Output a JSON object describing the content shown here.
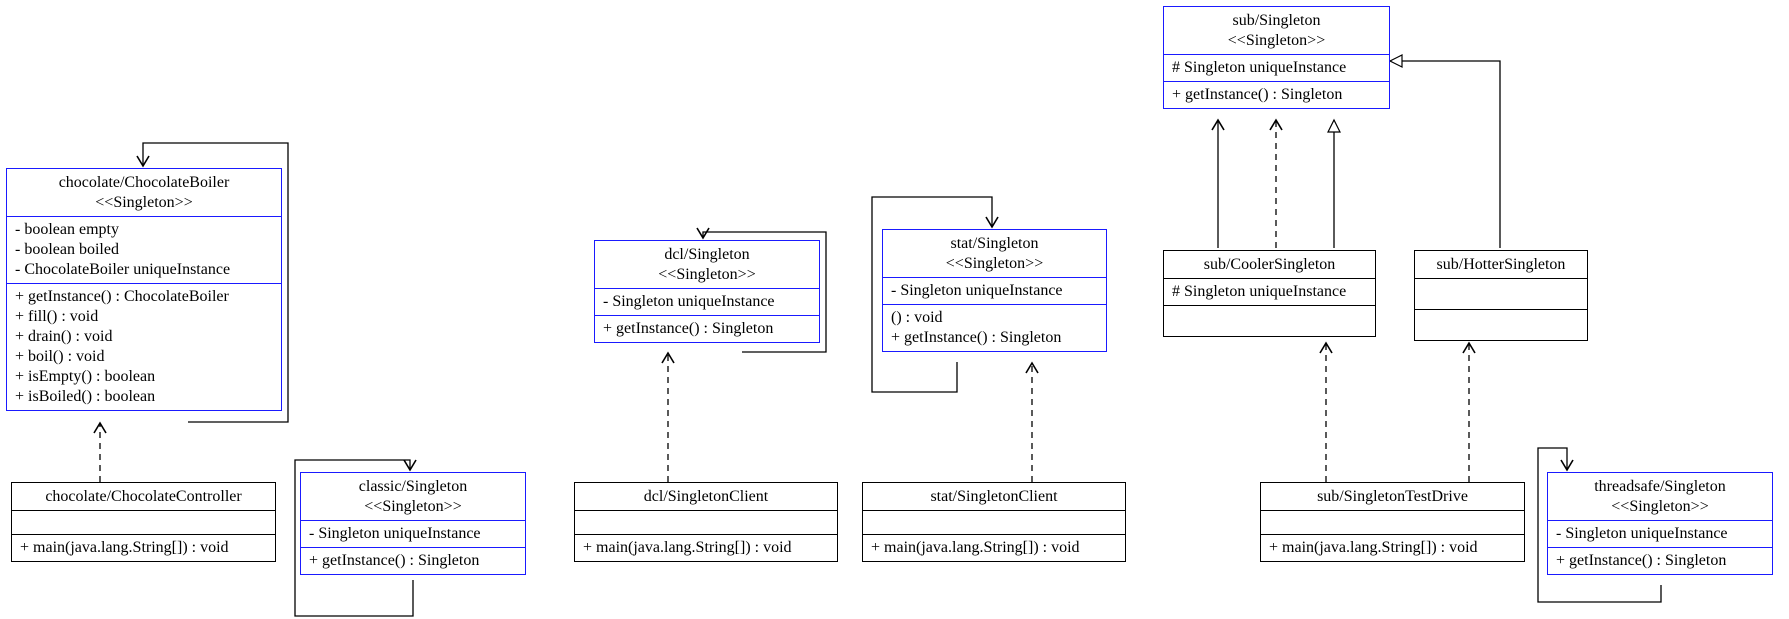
{
  "classes": {
    "chocolate_boiler": {
      "name": "chocolate/ChocolateBoiler",
      "stereotype": "<<Singleton>>",
      "fields": [
        "- boolean empty",
        "- boolean boiled",
        "- ChocolateBoiler uniqueInstance"
      ],
      "methods": [
        "+ getInstance() : ChocolateBoiler",
        "+ fill() : void",
        "+ drain() : void",
        "+ boil() : void",
        "+ isEmpty() : boolean",
        "+ isBoiled() : boolean"
      ]
    },
    "chocolate_controller": {
      "name": "chocolate/ChocolateController",
      "methods": [
        "+ main(java.lang.String[]) : void"
      ]
    },
    "classic_singleton": {
      "name": "classic/Singleton",
      "stereotype": "<<Singleton>>",
      "fields": [
        "- Singleton uniqueInstance"
      ],
      "methods": [
        "+ getInstance() : Singleton"
      ]
    },
    "dcl_singleton": {
      "name": "dcl/Singleton",
      "stereotype": "<<Singleton>>",
      "fields": [
        "- Singleton uniqueInstance"
      ],
      "methods": [
        "+ getInstance() : Singleton"
      ]
    },
    "dcl_client": {
      "name": "dcl/SingletonClient",
      "methods": [
        "+ main(java.lang.String[]) : void"
      ]
    },
    "stat_singleton": {
      "name": "stat/Singleton",
      "stereotype": "<<Singleton>>",
      "fields": [
        "- Singleton uniqueInstance"
      ],
      "methods": [
        "() : void",
        "+ getInstance() : Singleton"
      ]
    },
    "stat_client": {
      "name": "stat/SingletonClient",
      "methods": [
        "+ main(java.lang.String[]) : void"
      ]
    },
    "sub_singleton": {
      "name": "sub/Singleton",
      "stereotype": "<<Singleton>>",
      "fields": [
        "# Singleton uniqueInstance"
      ],
      "methods": [
        "+ getInstance() : Singleton"
      ]
    },
    "sub_cooler": {
      "name": "sub/CoolerSingleton",
      "fields": [
        "# Singleton uniqueInstance"
      ]
    },
    "sub_hotter": {
      "name": "sub/HotterSingleton"
    },
    "sub_testdrive": {
      "name": "sub/SingletonTestDrive",
      "methods": [
        "+ main(java.lang.String[]) : void"
      ]
    },
    "threadsafe_singleton": {
      "name": "threadsafe/Singleton",
      "stereotype": "<<Singleton>>",
      "fields": [
        "- Singleton uniqueInstance"
      ],
      "methods": [
        "+ getInstance() : Singleton"
      ]
    }
  },
  "relationships": [
    {
      "from": "chocolate/ChocolateBoiler",
      "to": "chocolate/ChocolateBoiler",
      "kind": "association"
    },
    {
      "from": "chocolate/ChocolateController",
      "to": "chocolate/ChocolateBoiler",
      "kind": "dependency"
    },
    {
      "from": "classic/Singleton",
      "to": "classic/Singleton",
      "kind": "association"
    },
    {
      "from": "dcl/Singleton",
      "to": "dcl/Singleton",
      "kind": "association"
    },
    {
      "from": "dcl/SingletonClient",
      "to": "dcl/Singleton",
      "kind": "dependency"
    },
    {
      "from": "stat/Singleton",
      "to": "stat/Singleton",
      "kind": "association"
    },
    {
      "from": "stat/SingletonClient",
      "to": "stat/Singleton",
      "kind": "dependency"
    },
    {
      "from": "sub/CoolerSingleton",
      "to": "sub/Singleton",
      "kind": "association"
    },
    {
      "from": "sub/CoolerSingleton",
      "to": "sub/Singleton",
      "kind": "dependency"
    },
    {
      "from": "sub/CoolerSingleton",
      "to": "sub/Singleton",
      "kind": "generalization"
    },
    {
      "from": "sub/HotterSingleton",
      "to": "sub/Singleton",
      "kind": "generalization"
    },
    {
      "from": "sub/SingletonTestDrive",
      "to": "sub/CoolerSingleton",
      "kind": "dependency"
    },
    {
      "from": "sub/SingletonTestDrive",
      "to": "sub/HotterSingleton",
      "kind": "dependency"
    },
    {
      "from": "threadsafe/Singleton",
      "to": "threadsafe/Singleton",
      "kind": "association"
    }
  ]
}
